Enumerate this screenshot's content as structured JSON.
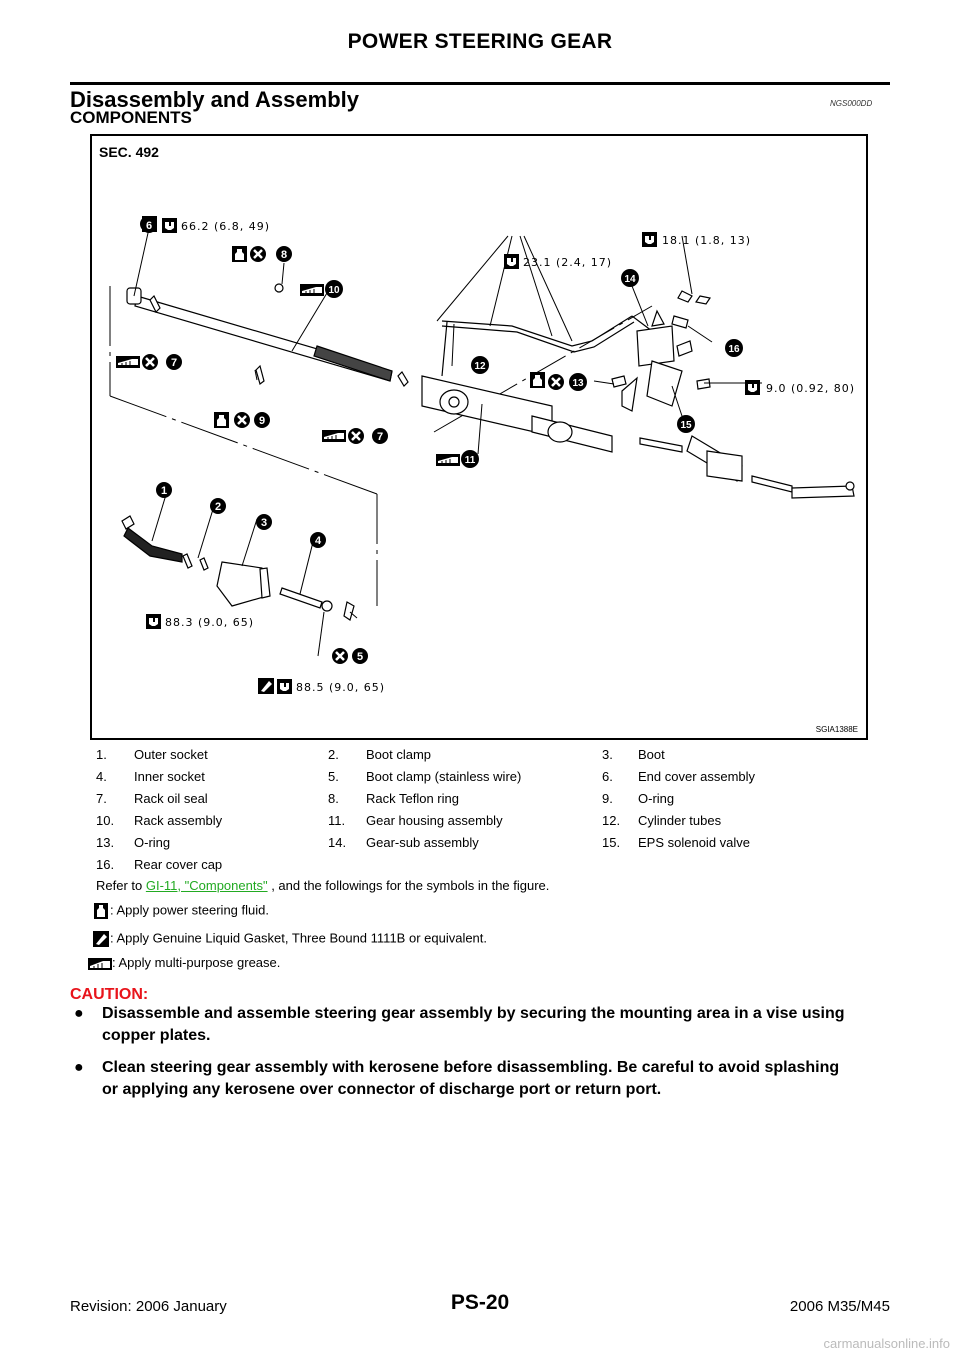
{
  "header": {
    "title": "POWER STEERING GEAR"
  },
  "section": {
    "title": "Disassembly and Assembly",
    "code": "NGS000DD",
    "subtitle": "COMPONENTS"
  },
  "figure": {
    "sec_label": "SEC. 492",
    "code": "SGIA1388E",
    "torques": {
      "t6": "66.2 (6.8, 49)",
      "t12": "23.1 (2.4, 17)",
      "t14": "18.1 (1.8, 13)",
      "t15": "9.0 (0.92, 80)",
      "t1": "88.3 (9.0, 65)",
      "t4": "88.5 (9.0, 65)"
    },
    "callouts": [
      "1",
      "2",
      "3",
      "4",
      "5",
      "6",
      "7",
      "8",
      "9",
      "10",
      "11",
      "12",
      "13",
      "14",
      "15",
      "16"
    ]
  },
  "legend": [
    {
      "num": "1.",
      "label": "Outer socket"
    },
    {
      "num": "2.",
      "label": "Boot clamp"
    },
    {
      "num": "3.",
      "label": "Boot"
    },
    {
      "num": "4.",
      "label": "Inner socket"
    },
    {
      "num": "5.",
      "label": "Boot clamp (stainless wire)"
    },
    {
      "num": "6.",
      "label": "End cover assembly"
    },
    {
      "num": "7.",
      "label": "Rack oil seal"
    },
    {
      "num": "8.",
      "label": "Rack Teflon ring"
    },
    {
      "num": "9.",
      "label": "O-ring"
    },
    {
      "num": "10.",
      "label": "Rack assembly"
    },
    {
      "num": "11.",
      "label": "Gear housing assembly"
    },
    {
      "num": "12.",
      "label": "Cylinder tubes"
    },
    {
      "num": "13.",
      "label": "O-ring"
    },
    {
      "num": "14.",
      "label": "Gear-sub assembly"
    },
    {
      "num": "15.",
      "label": "EPS solenoid valve"
    },
    {
      "num": "16.",
      "label": "Rear cover cap"
    }
  ],
  "refer": {
    "prefix": "Refer to ",
    "link": "GI-11, \"Components\"",
    "suffix": " , and the followings for the symbols in the figure."
  },
  "symbols": [
    {
      "icon": "fluid-icon",
      "text": ": Apply power steering fluid."
    },
    {
      "icon": "gasket-icon",
      "text": ": Apply Genuine Liquid Gasket, Three Bound 1111B or equivalent."
    },
    {
      "icon": "grease-icon",
      "text": ": Apply multi-purpose grease."
    }
  ],
  "caution": {
    "title": "CAUTION:",
    "bullets": [
      {
        "line1": "Disassemble and assemble steering gear assembly by securing the mounting area in a vise using",
        "line2": "copper plates."
      },
      {
        "line1": "Clean steering gear assembly with kerosene before disassembling. Be careful to avoid splashing",
        "line2": "or applying any kerosene over connector of discharge port or return port."
      }
    ]
  },
  "footer": {
    "left": "Revision: 2006 January",
    "page": "PS-20",
    "right": "2006 M35/M45",
    "watermark": "carmanualsonline.info"
  }
}
